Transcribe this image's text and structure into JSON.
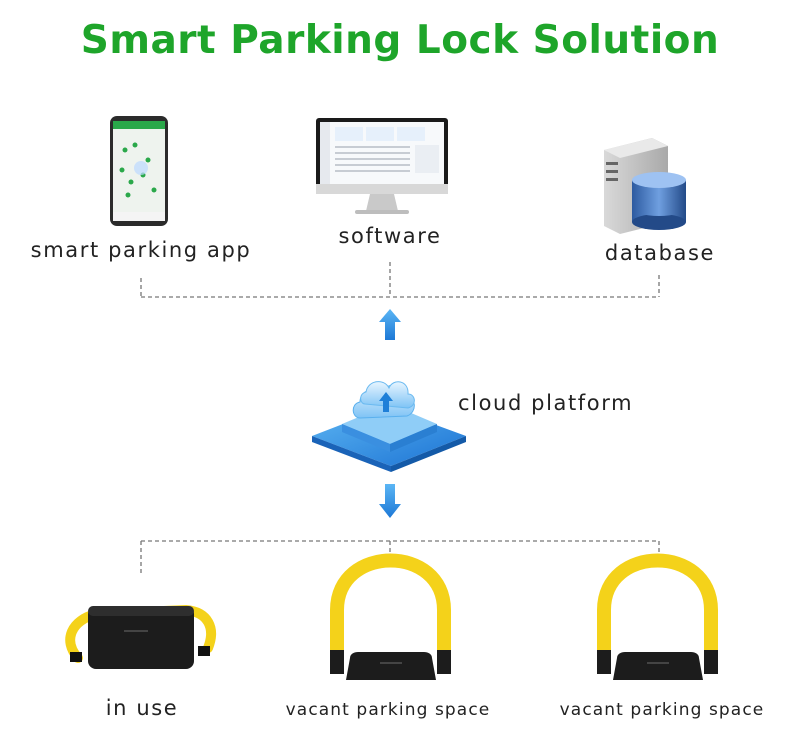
{
  "title": "Smart Parking Lock Solution",
  "nodes": {
    "app": "smart parking app",
    "software": "software",
    "database": "database",
    "cloud": "cloud platform",
    "in_use": "in use",
    "vacant_1": "vacant parking space",
    "vacant_2": "vacant parking space"
  },
  "colors": {
    "title": "#1ea52a",
    "arrow": "#2b8de0",
    "lock_arm": "#f4d21a",
    "lock_body": "#1c1c1c",
    "connector": "#777777"
  }
}
